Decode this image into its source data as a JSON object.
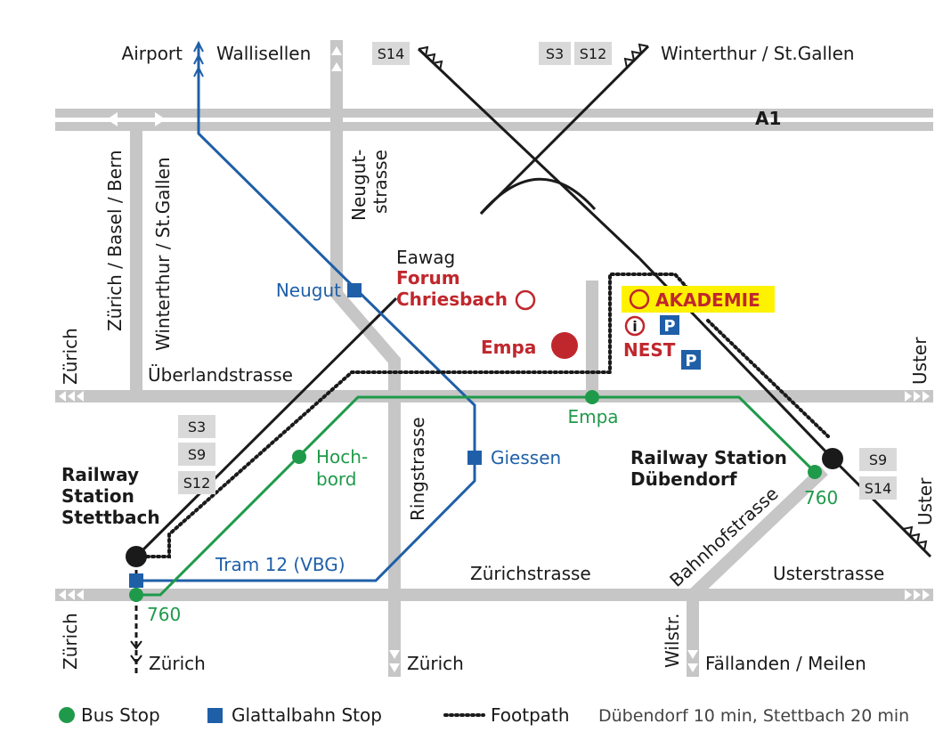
{
  "top": {
    "airport": "Airport",
    "wallisellen": "Wallisellen",
    "s14": "S14",
    "s3": "S3",
    "s12": "S12",
    "winterthur_stgallen": "Winterthur / St.Gallen"
  },
  "roads": {
    "a1": "A1",
    "neugutstrasse_line1": "Neugut-",
    "neugutstrasse_line2": "strasse",
    "zurich_basel_bern": "Zürich / Basel / Bern",
    "winterthur_stgallen_vert": "Winterthur / St.Gallen",
    "zurich_left": "Zürich",
    "uberlandstrasse": "Überlandstrasse",
    "uster_right": "Uster",
    "ringstrasse": "Ringstrasse",
    "zurichstrasse": "Zürichstrasse",
    "usterstrasse": "Usterstrasse",
    "bahnhofstrasse": "Bahnhofstrasse",
    "zurich_left_bottom": "Zürich",
    "zurich_bottom_mid": "Zürich",
    "wilstr": "Wilstr.",
    "fallanden_meilen": "Fällanden / Meilen",
    "zurich_bottom_left": "Zürich",
    "uster_bottom_right": "Uster"
  },
  "places": {
    "eawag": "Eawag",
    "forum": "Forum",
    "chriesbach": "Chriesbach",
    "empa": "Empa",
    "akademie": "AKADEMIE",
    "nest": "NEST",
    "info": "i",
    "parking": "P"
  },
  "stops": {
    "neugut": "Neugut",
    "giessen": "Giessen",
    "empa_bus": "Empa",
    "hochbord_1": "Hoch-",
    "hochbord_2": "bord",
    "tram12": "Tram 12 (VBG)",
    "bus760_right": "760",
    "bus760_left": "760"
  },
  "stations": {
    "stettbach_1": "Railway",
    "stettbach_2": "Station",
    "stettbach_3": "Stettbach",
    "stettbach_lines": [
      "S3",
      "S9",
      "S12"
    ],
    "dubendorf_1": "Railway Station",
    "dubendorf_2": "Dübendorf",
    "dubendorf_lines": [
      "S9",
      "S14"
    ]
  },
  "legend": {
    "bus_stop": "Bus Stop",
    "glattalbahn_stop": "Glattalbahn Stop",
    "footpath": "Footpath",
    "note": "Dübendorf 10 min, Stettbach 20 min"
  },
  "colors": {
    "road": "#c6c6c6",
    "tram": "#1f5fa8",
    "bus": "#1f9a4a",
    "rail": "#1a1a1a",
    "highlight": "#c0272d",
    "akademie_bg": "#fff200",
    "badge_bg": "#d9d9d9",
    "parking_bg": "#1f5fa8"
  }
}
